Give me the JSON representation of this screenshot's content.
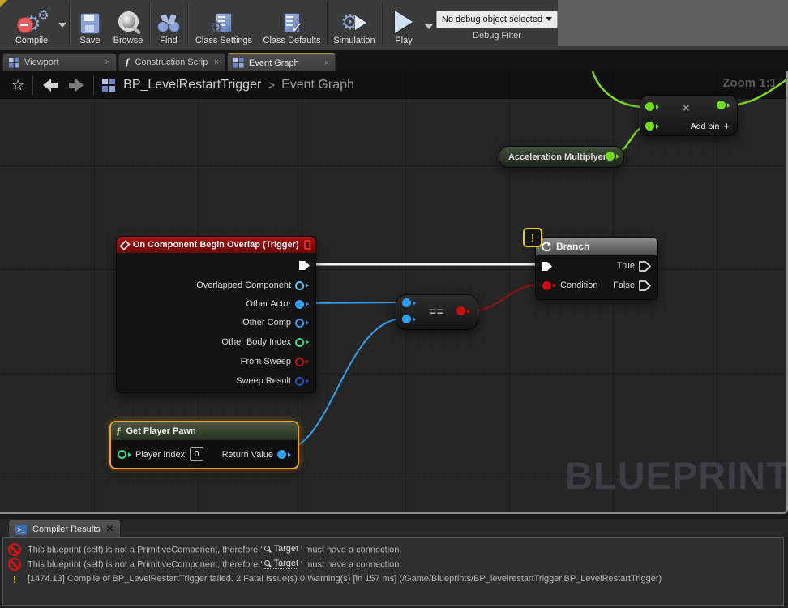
{
  "toolbar": {
    "compile": {
      "label": "Compile"
    },
    "save": {
      "label": "Save"
    },
    "browse": {
      "label": "Browse"
    },
    "find": {
      "label": "Find"
    },
    "class_settings": {
      "label": "Class Settings"
    },
    "class_defaults": {
      "label": "Class Defaults"
    },
    "simulation": {
      "label": "Simulation"
    },
    "play": {
      "label": "Play"
    },
    "debug": {
      "value": "No debug object selected",
      "label": "Debug Filter"
    }
  },
  "tabs": {
    "viewport": "Viewport",
    "construction": "Construction Scrip",
    "event_graph": "Event Graph",
    "close": "×"
  },
  "breadcrumb": {
    "name": "BP_LevelRestartTrigger",
    "sep": ">",
    "graph": "Event Graph",
    "zoom": "Zoom 1:1"
  },
  "graph": {
    "watermark": "BLUEPRINT",
    "event_node": {
      "title": "On Component Begin Overlap (Trigger)",
      "pins": [
        "Overlapped Component",
        "Other Actor",
        "Other Comp",
        "Other Body Index",
        "From Sweep",
        "Sweep Result"
      ]
    },
    "branch": {
      "title": "Branch",
      "condition": "Condition",
      "true": "True",
      "false": "False"
    },
    "equals": {
      "symbol": "=="
    },
    "multiply": {
      "symbol": "×",
      "add_pin": "Add pin",
      "plus": "+"
    },
    "get_player_pawn": {
      "title": "Get Player Pawn",
      "player_index": "Player Index",
      "index_value": "0",
      "return_value": "Return Value"
    },
    "variable": {
      "label": "Acceleration Multiplyer"
    }
  },
  "compiler": {
    "tab": "Compiler Results",
    "close": "×",
    "error_before": "This blueprint (self) is not a PrimitiveComponent, therefore '",
    "error_link": "Target",
    "error_after": "' must have a connection.",
    "warning_text": "[1474.13] Compile of BP_LevelRestartTrigger failed. 2 Fatal Issue(s) 0 Warning(s) [in 157 ms] (/Game/Blueprints/BP_levelrestartTrigger.BP_LevelRestartTrigger)"
  },
  "icons": {
    "star": "☆",
    "function": "ƒ",
    "gear": "⚙",
    "check": "✓",
    "warning": "!",
    "prompt": ">_"
  },
  "colors": {
    "exec_wire": "#ffffff",
    "object_pin": "#2f9ff0",
    "object_pin_light": "#56c2f2",
    "int_pin": "#2ee08a",
    "bool_pin": "#c80d0d",
    "struct_pin": "#2053c0",
    "float_pin": "#6fdc1f",
    "selection_orange": "#f09f1f",
    "error_red": "#dd1111",
    "warning_yellow": "#e6cf12",
    "event_header_red": "#a31313"
  }
}
